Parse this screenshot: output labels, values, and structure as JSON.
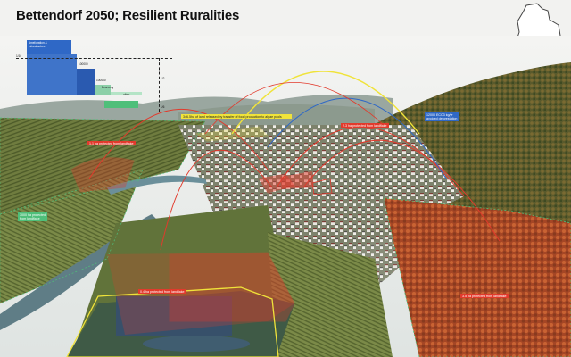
{
  "title": "Bettendorf 2050; Resilient Ruralities",
  "colors": {
    "red": "#e23a2c",
    "yellow": "#f0e33a",
    "green": "#4fbf7a",
    "blue": "#2f68c6",
    "forest": "#6a5a2e",
    "field": "#7d8a4a",
    "autumn": "#b5552a"
  },
  "stacked_chart": {
    "top_label_1": "Amelioration &",
    "top_label_2": "infrastructure",
    "left_tick": "1/10",
    "mid_tick": "100000",
    "sub_tick": "100000",
    "low_label": "Economy",
    "low_label_2": "other",
    "right_tick": "1/2",
    "bottom_tick": "1/6"
  },
  "annotations": {
    "red_left": "1.1 ha protected from landflake",
    "yellow_center": "346.5ha of land released by transfer of food production to algae pools",
    "red_center": "2.3 ha protected from landflake",
    "blue_right": "12000 ECO3 kg/yr",
    "blue_right_2": "avoided deforestation",
    "green_left": "3000 ha protected",
    "green_left_2": "from landflake",
    "red_bottom_left": "0.4 ha protected from landflake",
    "red_right": "3.5 ha protected from landflake"
  },
  "map_icon": "luxembourg-map-icon"
}
